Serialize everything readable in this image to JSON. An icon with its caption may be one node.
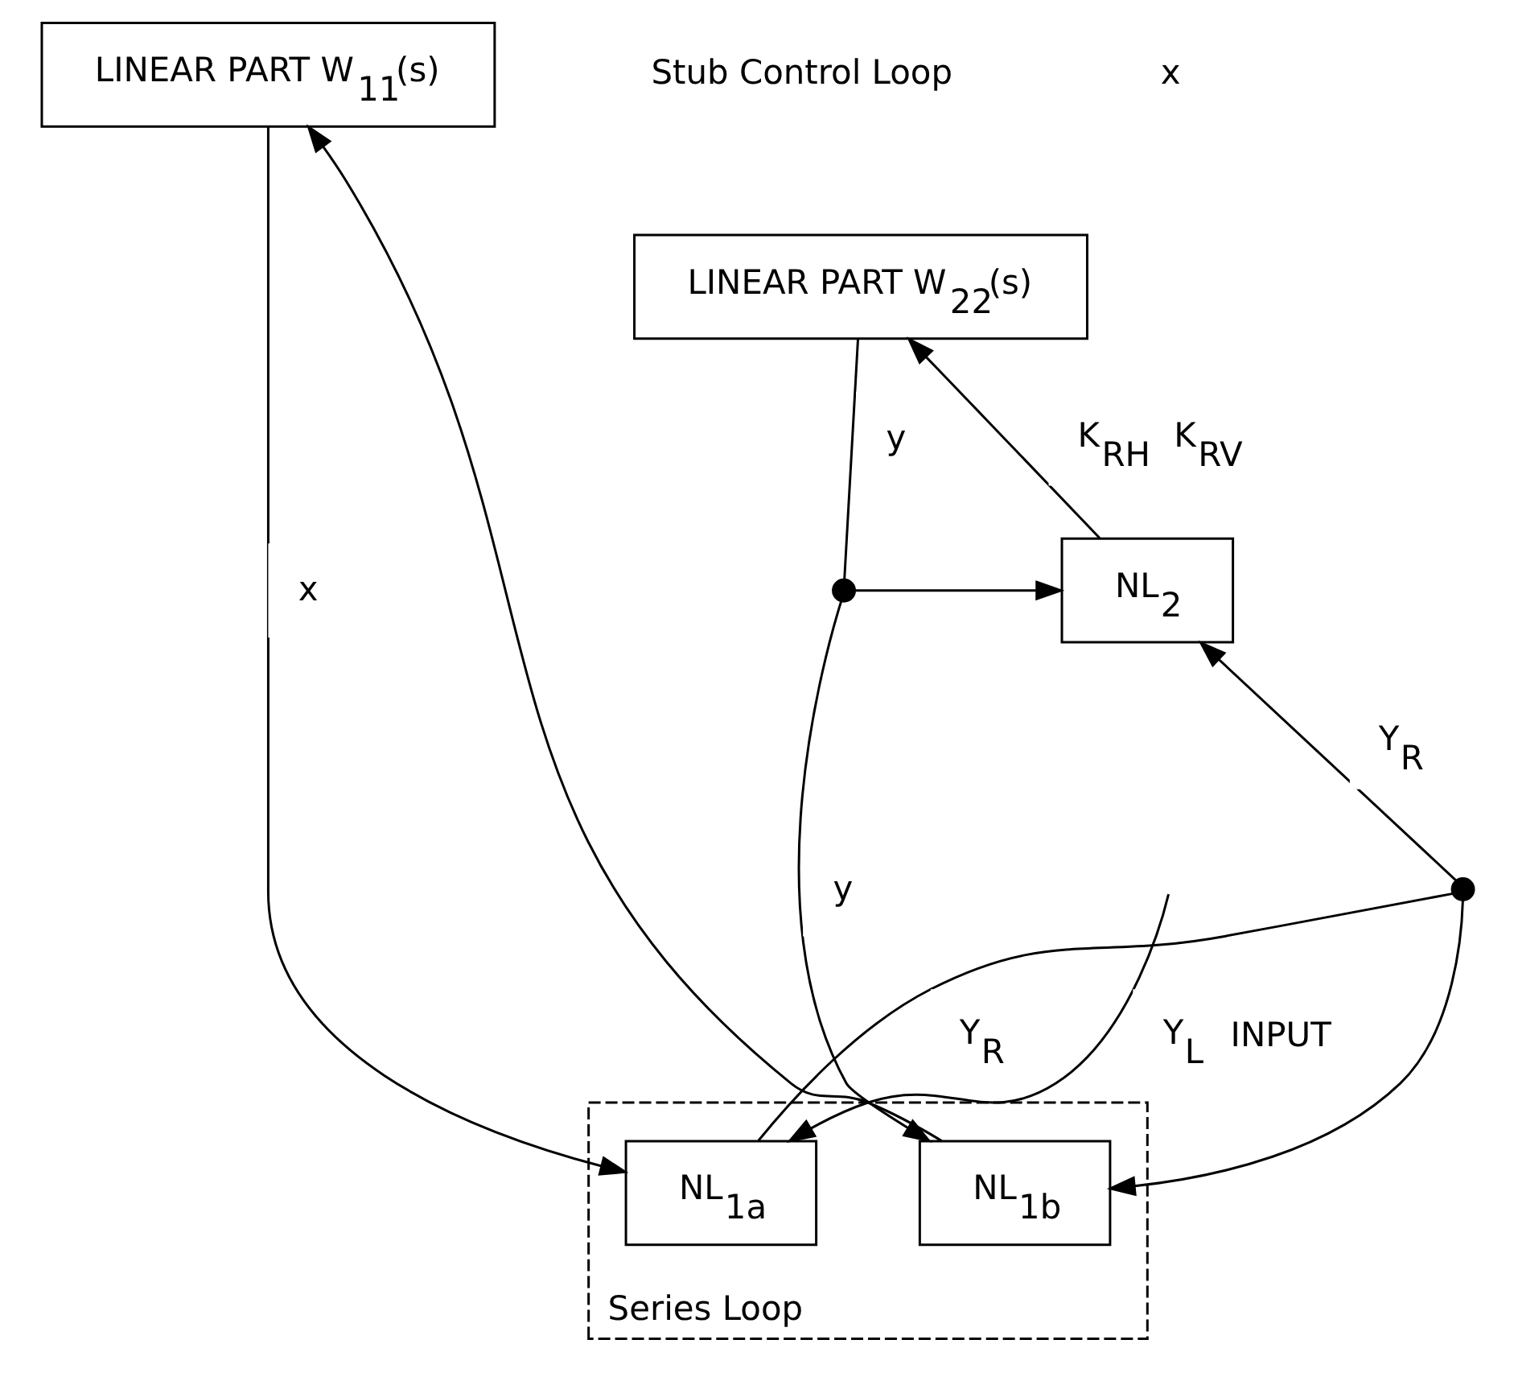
{
  "diagram": {
    "nodes": [
      {
        "text": [
          "LINEAR PART W$_{11}$(s)"
        ]
      },
      {
        "text": [
          "LINEAR PART W$_{22}$(s)"
        ]
      },
      {
        "text": [
          "NL$_{2}$"
        ]
      },
      {
        "text": [
          "Series Loop"
        ]
      },
      {
        "text": [
          "NL$_{1b}$"
        ],
        "in": 3
      },
      {
        "text": [
          "NL$_{1a}$"
        ],
        "in": 3
      },
      {
        "text": [],
        "shape": "dot"
      },
      {
        "text": [],
        "shape": "dot"
      }
    ],
    "edges": [
      {
        "from": 4,
        "to": 0,
        "arrow": "to"
      },
      {
        "from": 0,
        "to": 5,
        "arrow": "to",
        "label": "x"
      },
      {
        "from": 2,
        "to": 1,
        "arrow": "to",
        "label": "K$_{RH}$ K$_{RV}$"
      },
      {
        "from": 1,
        "to": 6,
        "arrow": "none",
        "label": "y"
      },
      {
        "from": 6,
        "to": 2,
        "arrow": "to"
      },
      {
        "from": 6,
        "to": 4,
        "arrow": "to",
        "label": "y"
      },
      {
        "from": 5,
        "to": 7,
        "arrow": "none",
        "label": "Y$_{R}$"
      },
      {
        "from": 7,
        "to": 4,
        "arrow": "to"
      },
      {
        "from": 7,
        "to": 2,
        "arrow": "to",
        "label": "Y$_{R}$"
      },
      {
        "from": null,
        "to": 5,
        "arrow": "to",
        "label": "Y$_{L}$ INPUT"
      }
    ],
    "labels": [
      "Stub Control Loop",
      "x"
    ]
  }
}
